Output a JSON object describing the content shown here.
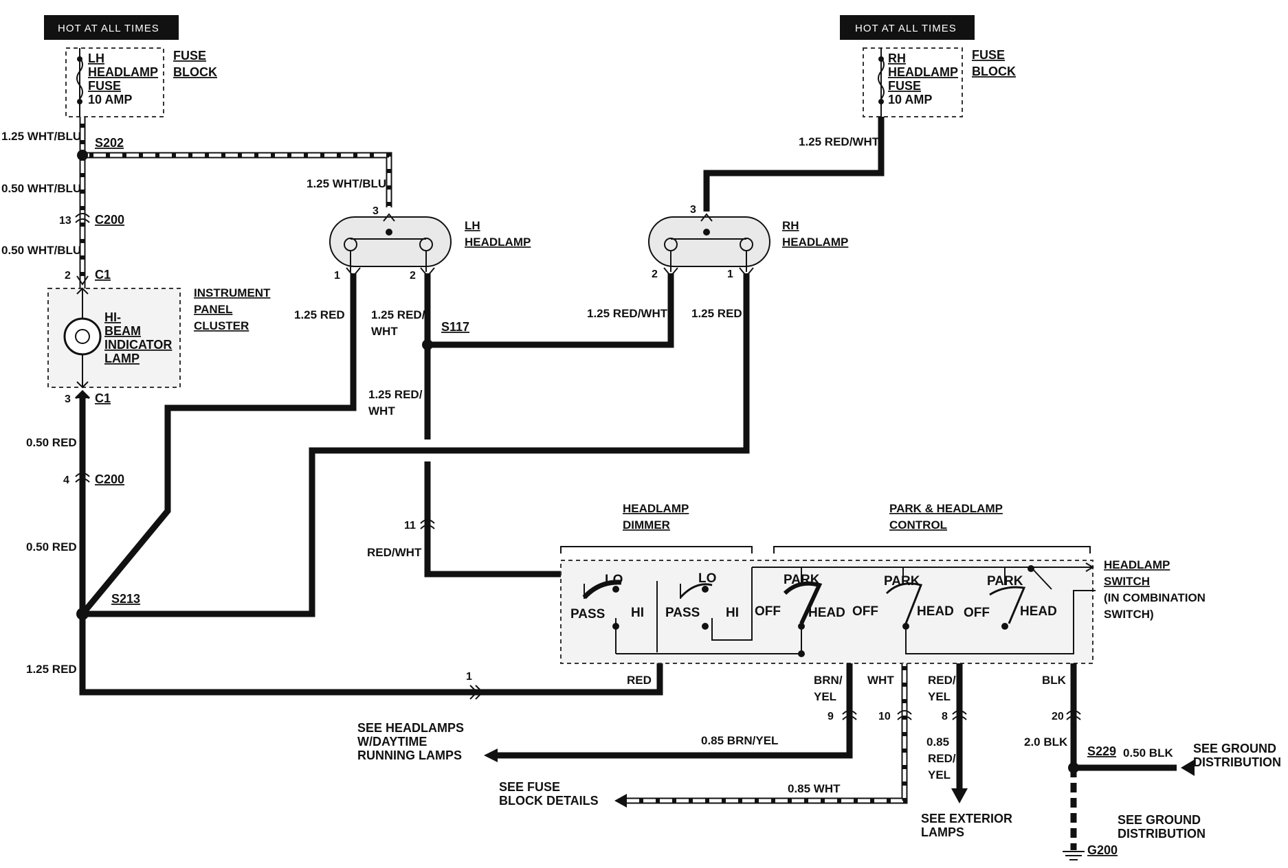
{
  "banners": {
    "left": "HOT AT ALL TIMES",
    "right": "HOT AT ALL TIMES"
  },
  "fuses": {
    "left": {
      "line1": "LH",
      "line2": "HEADLAMP",
      "line3": "FUSE",
      "line4": "10 AMP",
      "block1": "FUSE",
      "block2": "BLOCK"
    },
    "right": {
      "line1": "RH",
      "line2": "HEADLAMP",
      "line3": "FUSE",
      "line4": "10 AMP",
      "block1": "FUSE",
      "block2": "BLOCK"
    }
  },
  "components": {
    "lh_headlamp": {
      "line1": "LH",
      "line2": "HEADLAMP"
    },
    "rh_headlamp": {
      "line1": "RH",
      "line2": "HEADLAMP"
    },
    "cluster": {
      "line1": "INSTRUMENT",
      "line2": "PANEL",
      "line3": "CLUSTER"
    },
    "indicator": {
      "line1": "HI-",
      "line2": "BEAM",
      "line3": "INDICATOR",
      "line4": "LAMP"
    },
    "dimmer": {
      "line1": "HEADLAMP",
      "line2": "DIMMER"
    },
    "park_control": {
      "line1": "PARK & HEADLAMP",
      "line2": "CONTROL"
    },
    "switch": {
      "line1": "HEADLAMP",
      "line2": "SWITCH",
      "line3": "(IN COMBINATION",
      "line4": "SWITCH)"
    }
  },
  "switch_positions": {
    "lo1": "LO",
    "pass1": "PASS",
    "hi1": "HI",
    "lo2": "LO",
    "pass2": "PASS",
    "hi2": "HI",
    "off1": "OFF",
    "park1": "PARK",
    "head1": "HEAD",
    "off2": "OFF",
    "park2": "PARK",
    "head2": "HEAD",
    "off3": "OFF",
    "park3": "PARK",
    "head3": "HEAD"
  },
  "splices": {
    "s202": "S202",
    "s117": "S117",
    "s213": "S213",
    "s229": "S229"
  },
  "connectors": {
    "c200_top": "C200",
    "c1_top": "C1",
    "c1_bot": "C1",
    "c200_bot": "C200",
    "g200": "G200"
  },
  "pins": {
    "p13": "13",
    "p2_c1": "2",
    "p3_c1": "3",
    "p4": "4",
    "lh3": "3",
    "lh1": "1",
    "lh2": "2",
    "rh3": "3",
    "rh2": "2",
    "rh1": "1",
    "p11": "11",
    "p1": "1",
    "p9": "9",
    "p10": "10",
    "p8": "8",
    "p20": "20"
  },
  "wires": {
    "w_wht_blu_125": "1.25 WHT/BLU",
    "w_wht_blu_050a": "0.50 WHT/BLU",
    "w_wht_blu_050b": "0.50 WHT/BLU",
    "w_wht_blu_125b": "1.25 WHT/BLU",
    "w_red_wht_fuse": "1.25 RED/WHT",
    "w_red_lh": "1.25 RED",
    "w_red_wht_lh_a": "1.25 RED/",
    "w_red_wht_lh_b": "WHT",
    "w_red_wht_rh": "1.25 RED/WHT",
    "w_red_rh": "1.25 RED",
    "w_red_wht_mid_a": "1.25 RED/",
    "w_red_wht_mid_b": "WHT",
    "w_red_050a": "0.50 RED",
    "w_red_050b": "0.50 RED",
    "w_red_wht_sw": "RED/WHT",
    "w_red_125": "1.25 RED",
    "w_red_sw": "RED",
    "w_brn_yel_a": "BRN/",
    "w_brn_yel_b": "YEL",
    "w_wht": "WHT",
    "w_red_yel_a": "RED/",
    "w_red_yel_b": "YEL",
    "w_blk": "BLK",
    "w_brn_yel_085": "0.85 BRN/YEL",
    "w_wht_085": "0.85 WHT",
    "w_red_yel_085a": "0.85",
    "w_red_yel_085b": "RED/",
    "w_red_yel_085c": "YEL",
    "w_blk_20": "2.0 BLK",
    "w_blk_050": "0.50 BLK"
  },
  "references": {
    "drl": {
      "line1": "SEE HEADLAMPS",
      "line2": "W/DAYTIME",
      "line3": "RUNNING LAMPS"
    },
    "fuse_details": {
      "line1": "SEE FUSE",
      "line2": "BLOCK DETAILS"
    },
    "exterior": {
      "line1": "SEE EXTERIOR",
      "line2": "LAMPS"
    },
    "ground1": {
      "line1": "SEE GROUND",
      "line2": "DISTRIBUTION"
    },
    "ground2": {
      "line1": "SEE GROUND",
      "line2": "DISTRIBUTION"
    }
  }
}
